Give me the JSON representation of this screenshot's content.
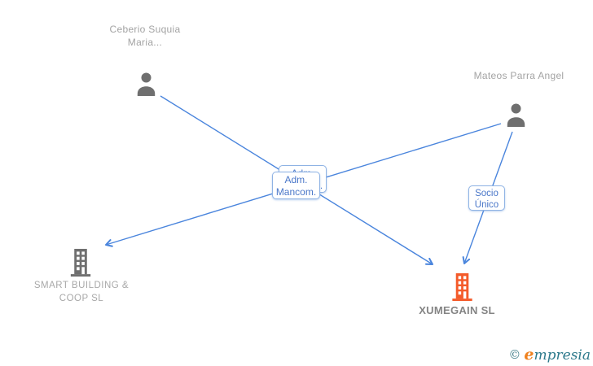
{
  "diagram": {
    "title": "Corporate relationships diagram",
    "colors": {
      "background": "#ffffff",
      "edge_line": "#4a85dd",
      "edge_box_border": "#8fb3e4",
      "edge_box_text": "#4a77c9",
      "person_icon": "#6f6f6f",
      "company_icon_gray": "#6f6f6f",
      "company_icon_orange": "#f45b2a",
      "node_label_gray": "#a3a3a3",
      "highlight_label_gray": "#848484"
    },
    "nodes": {
      "person_ceberio": {
        "type": "person",
        "lines": [
          "Ceberio",
          "Suquia",
          "Maria..."
        ]
      },
      "person_mateos": {
        "type": "person",
        "lines": [
          "Mateos",
          "Parra Angel"
        ]
      },
      "company_smart": {
        "type": "company",
        "lines": [
          "SMART",
          "BUILDING &",
          "COOP SL"
        ]
      },
      "company_xumegain": {
        "type": "company",
        "label": "XUMEGAIN SL"
      }
    },
    "edge_labels": {
      "adm_mancom": {
        "lines": [
          "Adm.",
          "Mancom."
        ]
      },
      "socio_unico": {
        "lines": [
          "Socio",
          "Único"
        ]
      }
    },
    "edges": [
      {
        "from": "person_ceberio",
        "to": "company_xumegain",
        "label": "Adm. Mancom."
      },
      {
        "from": "person_mateos",
        "to": "company_smart",
        "label": "Adm. Mancom."
      },
      {
        "from": "person_mateos",
        "to": "company_xumegain",
        "label": "Socio Único"
      }
    ]
  },
  "footer": {
    "copyright_symbol": "©",
    "brand_first_letter": "e",
    "brand_rest": "mpresia"
  }
}
